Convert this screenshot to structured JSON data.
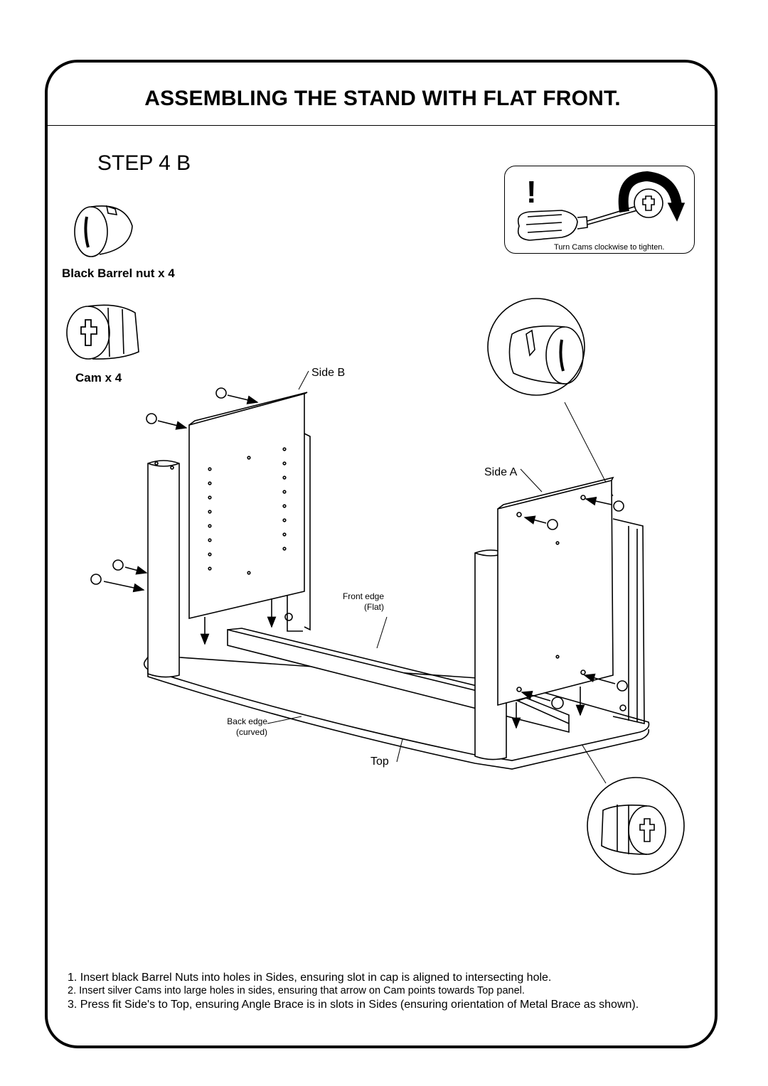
{
  "title": "ASSEMBLING THE STAND WITH FLAT FRONT.",
  "step": "STEP 4 B",
  "parts": [
    {
      "label": "Black Barrel nut x  4",
      "icon": "barrel-nut-icon"
    },
    {
      "label": "Cam x  4",
      "icon": "cam-icon"
    }
  ],
  "warning": {
    "symbol": "!",
    "caption": "Turn Cams clockwise to tighten."
  },
  "callouts": {
    "side_b": "Side B",
    "side_a": "Side A",
    "front_edge_line1": "Front edge",
    "front_edge_line2": "(Flat)",
    "back_edge_line1": "Back edge",
    "back_edge_line2": "(curved)",
    "top": "Top"
  },
  "instructions": [
    "1. Insert black Barrel Nuts into holes in Sides, ensuring slot in cap is aligned to intersecting hole.",
    "2. Insert silver Cams into large holes in sides, ensuring that arrow on Cam points towards Top panel.",
    "3. Press fit Side's to Top, ensuring Angle Brace is in slots in Sides (ensuring orientation of Metal Brace as shown)."
  ]
}
